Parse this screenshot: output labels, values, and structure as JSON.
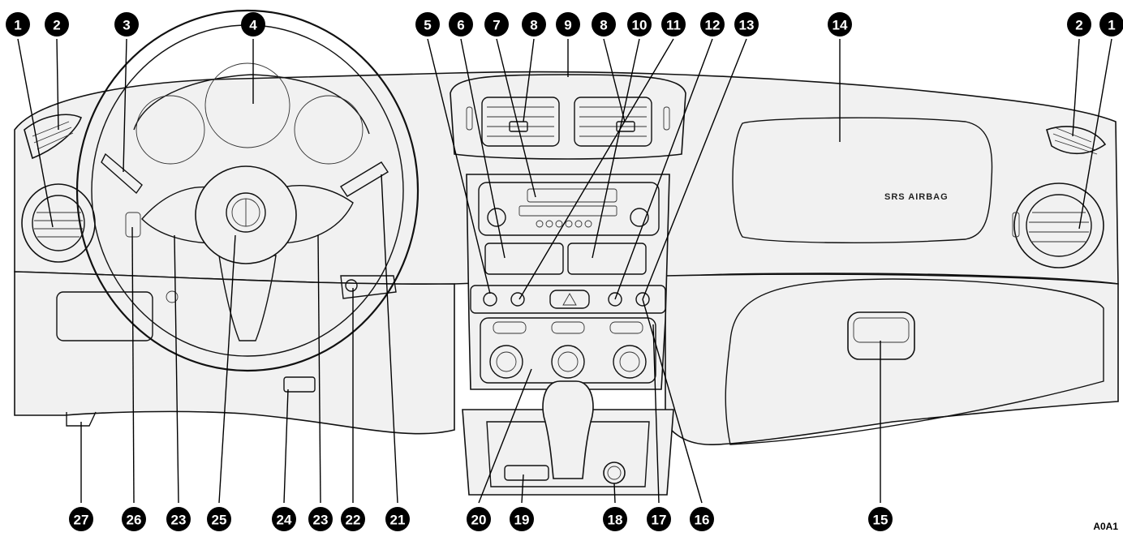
{
  "diagram": {
    "airbag_label": "SRS AIRBAG",
    "reference_code": "A0A1",
    "callouts": [
      {
        "id": "top-1-left",
        "label": "1"
      },
      {
        "id": "top-2-left",
        "label": "2"
      },
      {
        "id": "top-3",
        "label": "3"
      },
      {
        "id": "top-4",
        "label": "4"
      },
      {
        "id": "top-5",
        "label": "5"
      },
      {
        "id": "top-6",
        "label": "6"
      },
      {
        "id": "top-7",
        "label": "7"
      },
      {
        "id": "top-8-left",
        "label": "8"
      },
      {
        "id": "top-9",
        "label": "9"
      },
      {
        "id": "top-8-right",
        "label": "8"
      },
      {
        "id": "top-10",
        "label": "10"
      },
      {
        "id": "top-11",
        "label": "11"
      },
      {
        "id": "top-12",
        "label": "12"
      },
      {
        "id": "top-13",
        "label": "13"
      },
      {
        "id": "top-14",
        "label": "14"
      },
      {
        "id": "top-2-right",
        "label": "2"
      },
      {
        "id": "top-1-right",
        "label": "1"
      },
      {
        "id": "bottom-27",
        "label": "27"
      },
      {
        "id": "bottom-26",
        "label": "26"
      },
      {
        "id": "bottom-23-left",
        "label": "23"
      },
      {
        "id": "bottom-25",
        "label": "25"
      },
      {
        "id": "bottom-24",
        "label": "24"
      },
      {
        "id": "bottom-23-right",
        "label": "23"
      },
      {
        "id": "bottom-22",
        "label": "22"
      },
      {
        "id": "bottom-21",
        "label": "21"
      },
      {
        "id": "bottom-20",
        "label": "20"
      },
      {
        "id": "bottom-19",
        "label": "19"
      },
      {
        "id": "bottom-18",
        "label": "18"
      },
      {
        "id": "bottom-17",
        "label": "17"
      },
      {
        "id": "bottom-16",
        "label": "16"
      },
      {
        "id": "bottom-15",
        "label": "15"
      }
    ]
  }
}
